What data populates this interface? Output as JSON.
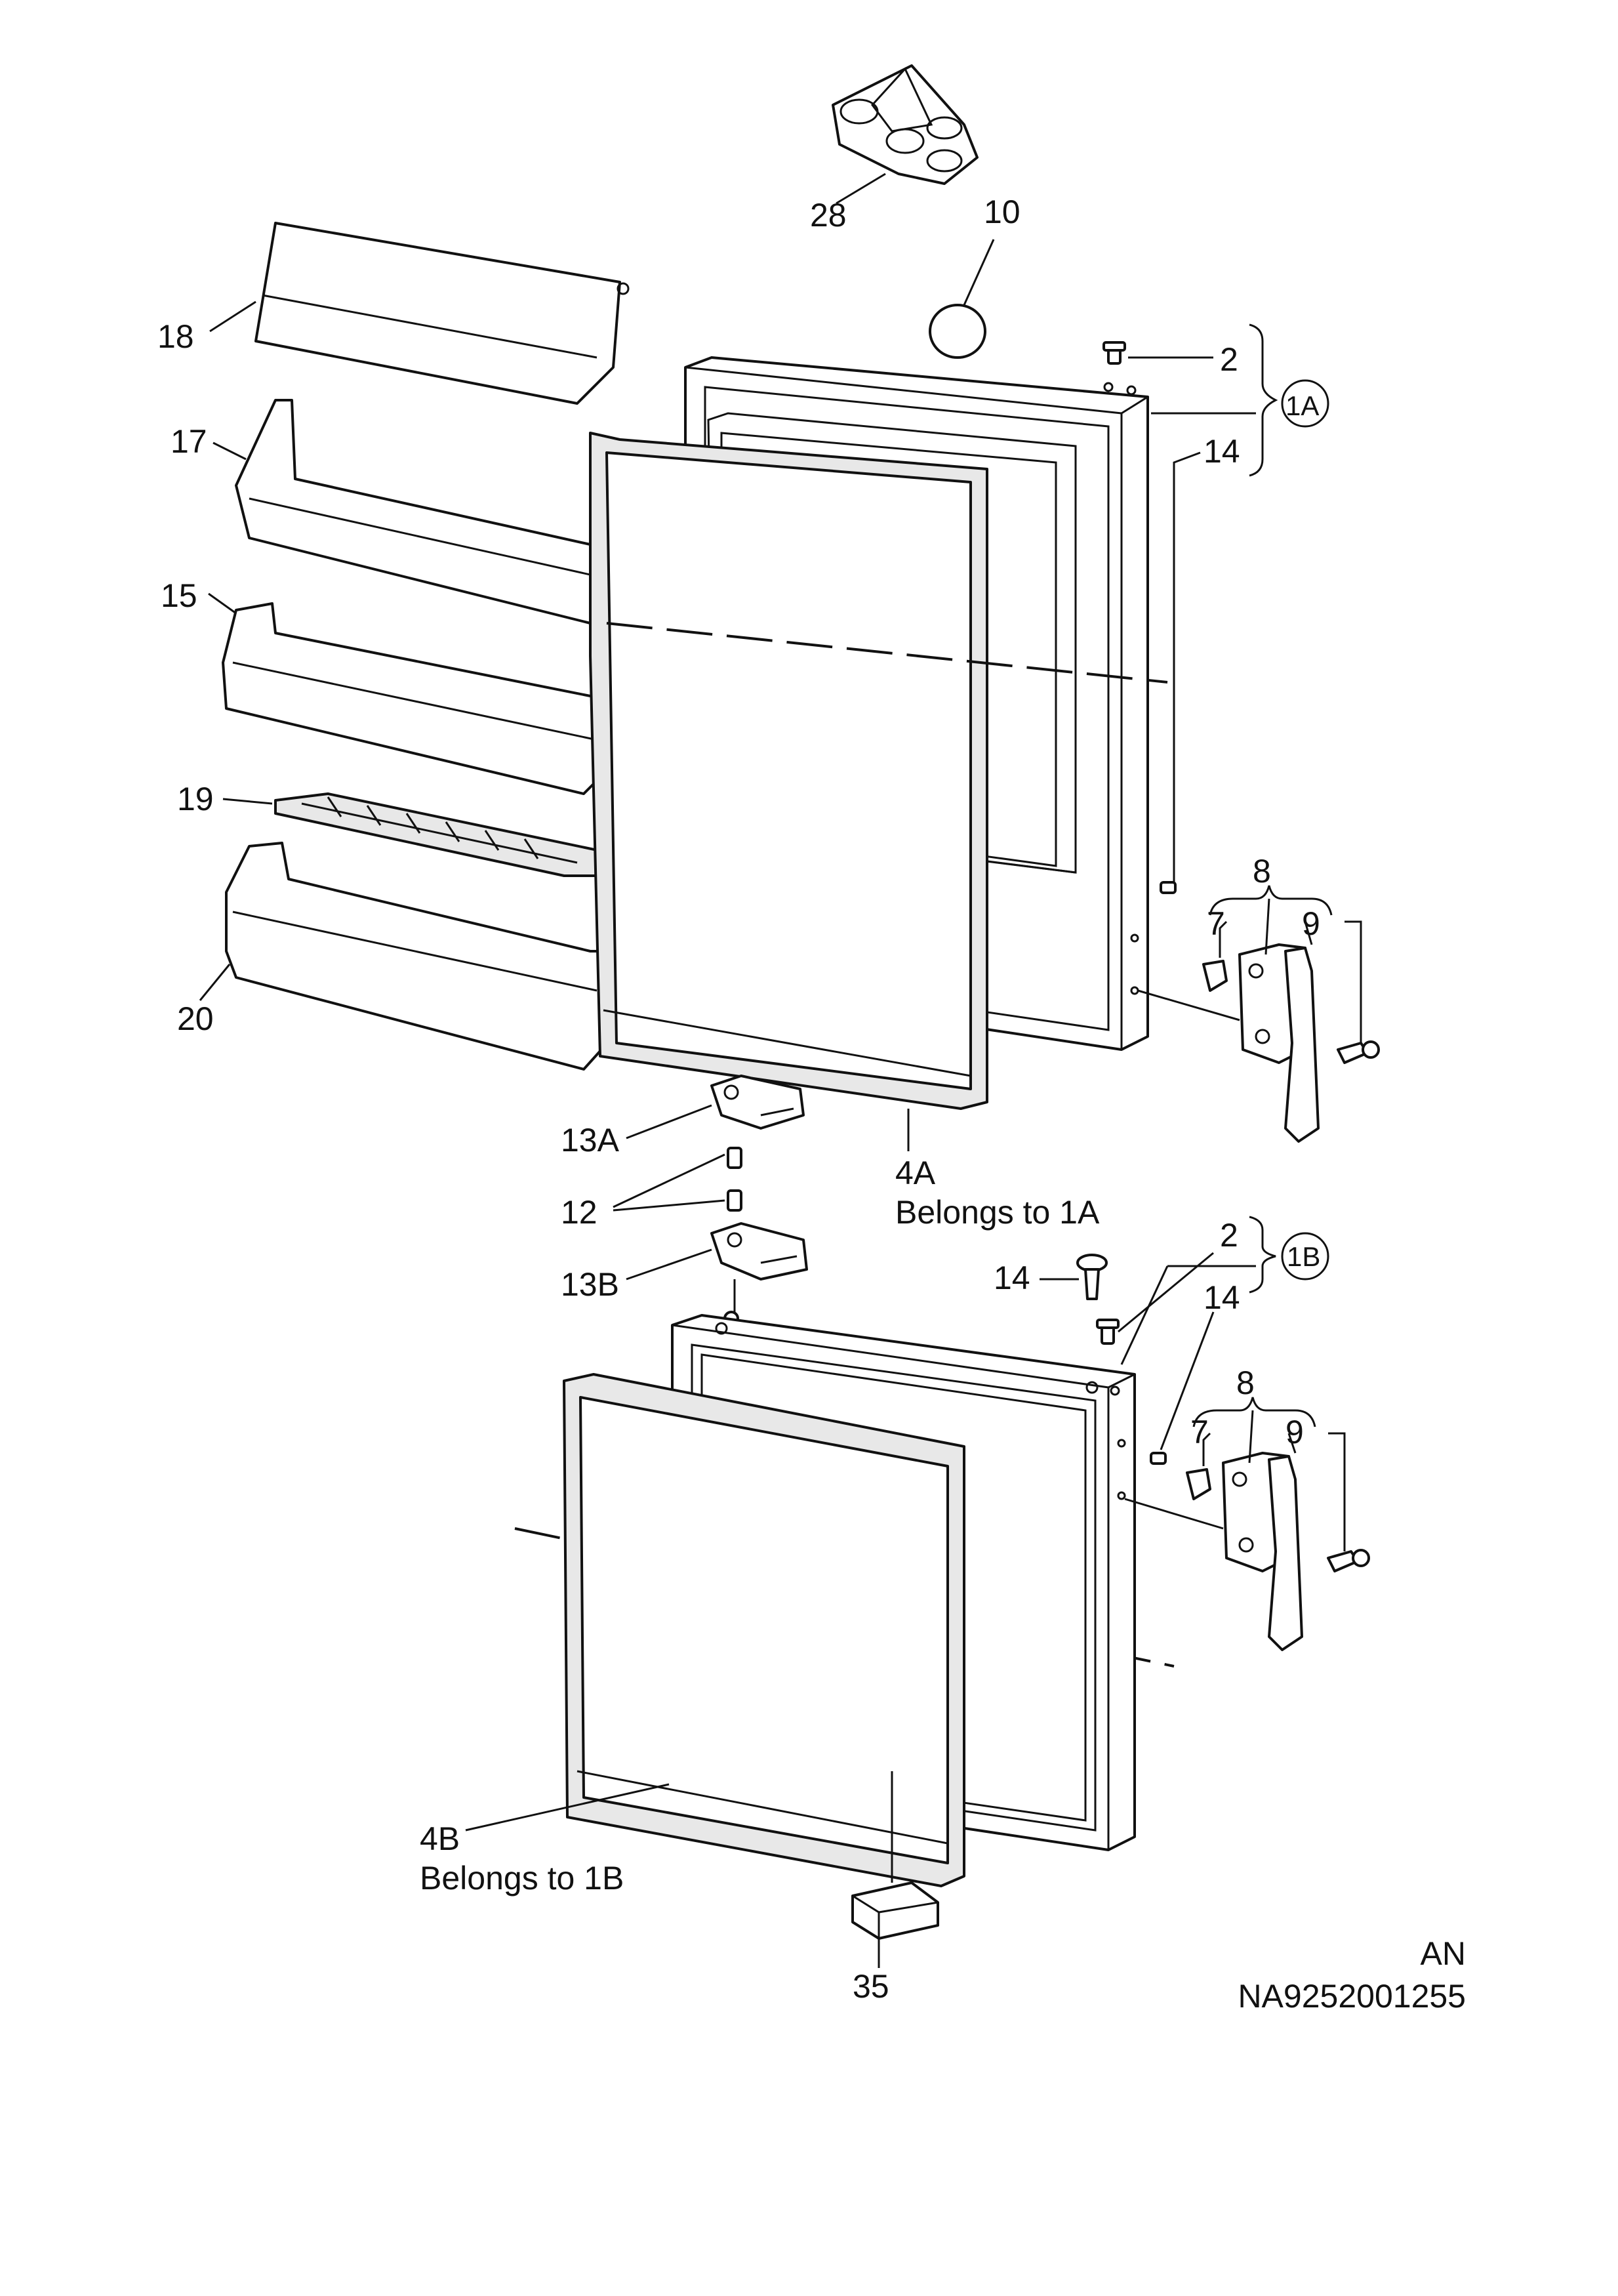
{
  "labels": {
    "p28": "28",
    "p10": "10",
    "p18": "18",
    "p2a": "2",
    "c1a": "1A",
    "p14a": "14",
    "p17": "17",
    "p15": "15",
    "p19": "19",
    "p20": "20",
    "p8a": "8",
    "p7a": "7",
    "p9a": "9",
    "p13a": "13A",
    "p12": "12",
    "p13b": "13B",
    "p4a": "4A",
    "p4a_note": "Belongs to 1A",
    "p2b": "2",
    "c1b": "1B",
    "p14b": "14",
    "p14c": "14",
    "p8b": "8",
    "p7b": "7",
    "p9b": "9",
    "p4b": "4B",
    "p4b_note": "Belongs to 1B",
    "p35": "35",
    "code_an": "AN",
    "code_num": "NA9252001255"
  }
}
